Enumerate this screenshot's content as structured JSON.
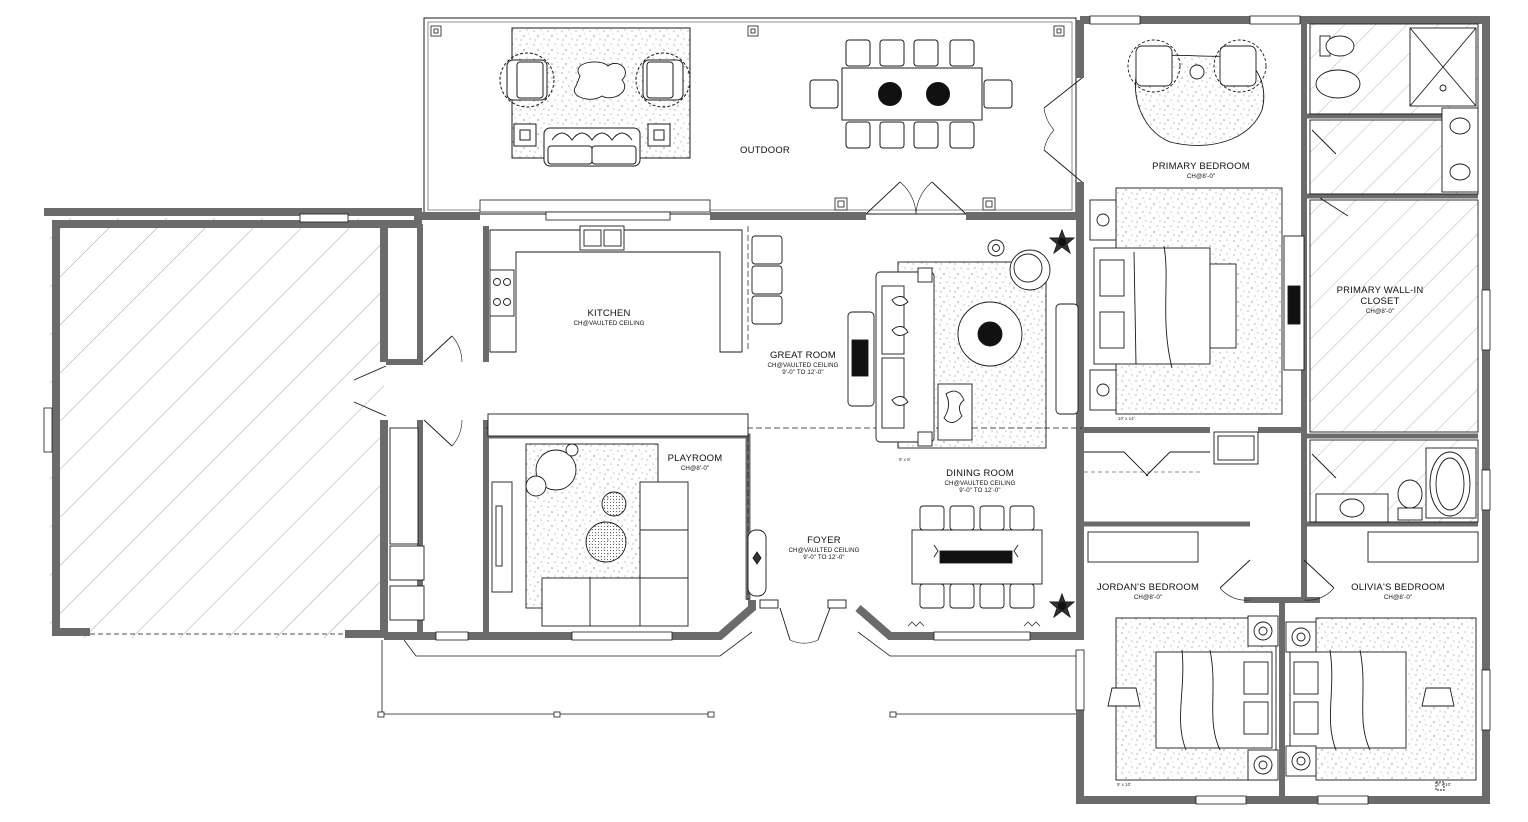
{
  "rooms": {
    "outdoor": {
      "name": "OUTDOOR"
    },
    "primary_bedroom": {
      "name": "PRIMARY BEDROOM",
      "ceiling": "CH@8'-0\""
    },
    "kitchen": {
      "name": "KITCHEN",
      "ceiling": "CH@VAULTED CEILING"
    },
    "great_room": {
      "name": "GREAT ROOM",
      "ceiling": "CH@VAULTED CEILING",
      "ceiling_range": "9'-0\" TO 12'-0\""
    },
    "primary_closet": {
      "name_line1": "PRIMARY WALL-IN",
      "name_line2": "CLOSET",
      "ceiling": "CH@8'-0\""
    },
    "playroom": {
      "name": "PLAYROOM",
      "ceiling": "CH@8'-0\""
    },
    "dining_room": {
      "name": "DINING ROOM",
      "ceiling": "CH@VAULTED CEILING",
      "ceiling_range": "9'-0\" TO 12'-0\""
    },
    "foyer": {
      "name": "FOYER",
      "ceiling": "CH@VAULTED CEILING",
      "ceiling_range": "9'-0\" TO 12'-0\""
    },
    "jordans_bedroom": {
      "name": "JORDAN'S BEDROOM",
      "ceiling": "CH@8'-0\""
    },
    "olivias_bedroom": {
      "name": "OLIVIA'S BEDROOM",
      "ceiling": "CH@8'-0\""
    }
  },
  "rug_sizes": {
    "great_room": "9' x 9'",
    "primary": "10' x 14'",
    "jordan": "9' x 10'",
    "olivia": "8' x 10'"
  },
  "colors": {
    "wall": "#6b6b6b",
    "line": "#1a1a1a",
    "hatch": "#9a9a9a",
    "background": "#ffffff"
  }
}
